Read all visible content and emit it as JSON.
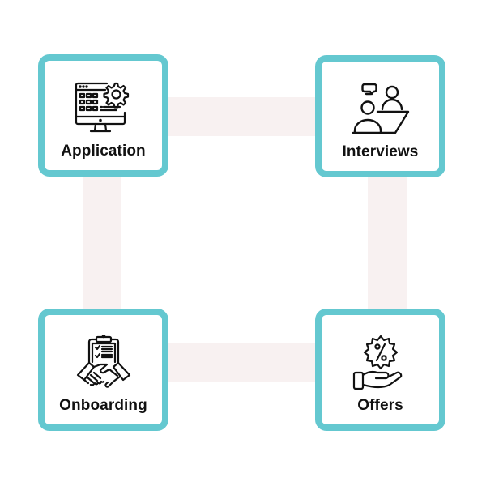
{
  "colors": {
    "card_border": "#64c8d0",
    "connector": "#f8f1f1",
    "icon_stroke": "#111111",
    "label": "#111111"
  },
  "steps": [
    {
      "label": "Application",
      "icon": "monitor-gear-icon"
    },
    {
      "label": "Interviews",
      "icon": "interview-people-icon"
    },
    {
      "label": "Offers",
      "icon": "hand-discount-icon"
    },
    {
      "label": "Onboarding",
      "icon": "clipboard-handshake-icon"
    }
  ]
}
